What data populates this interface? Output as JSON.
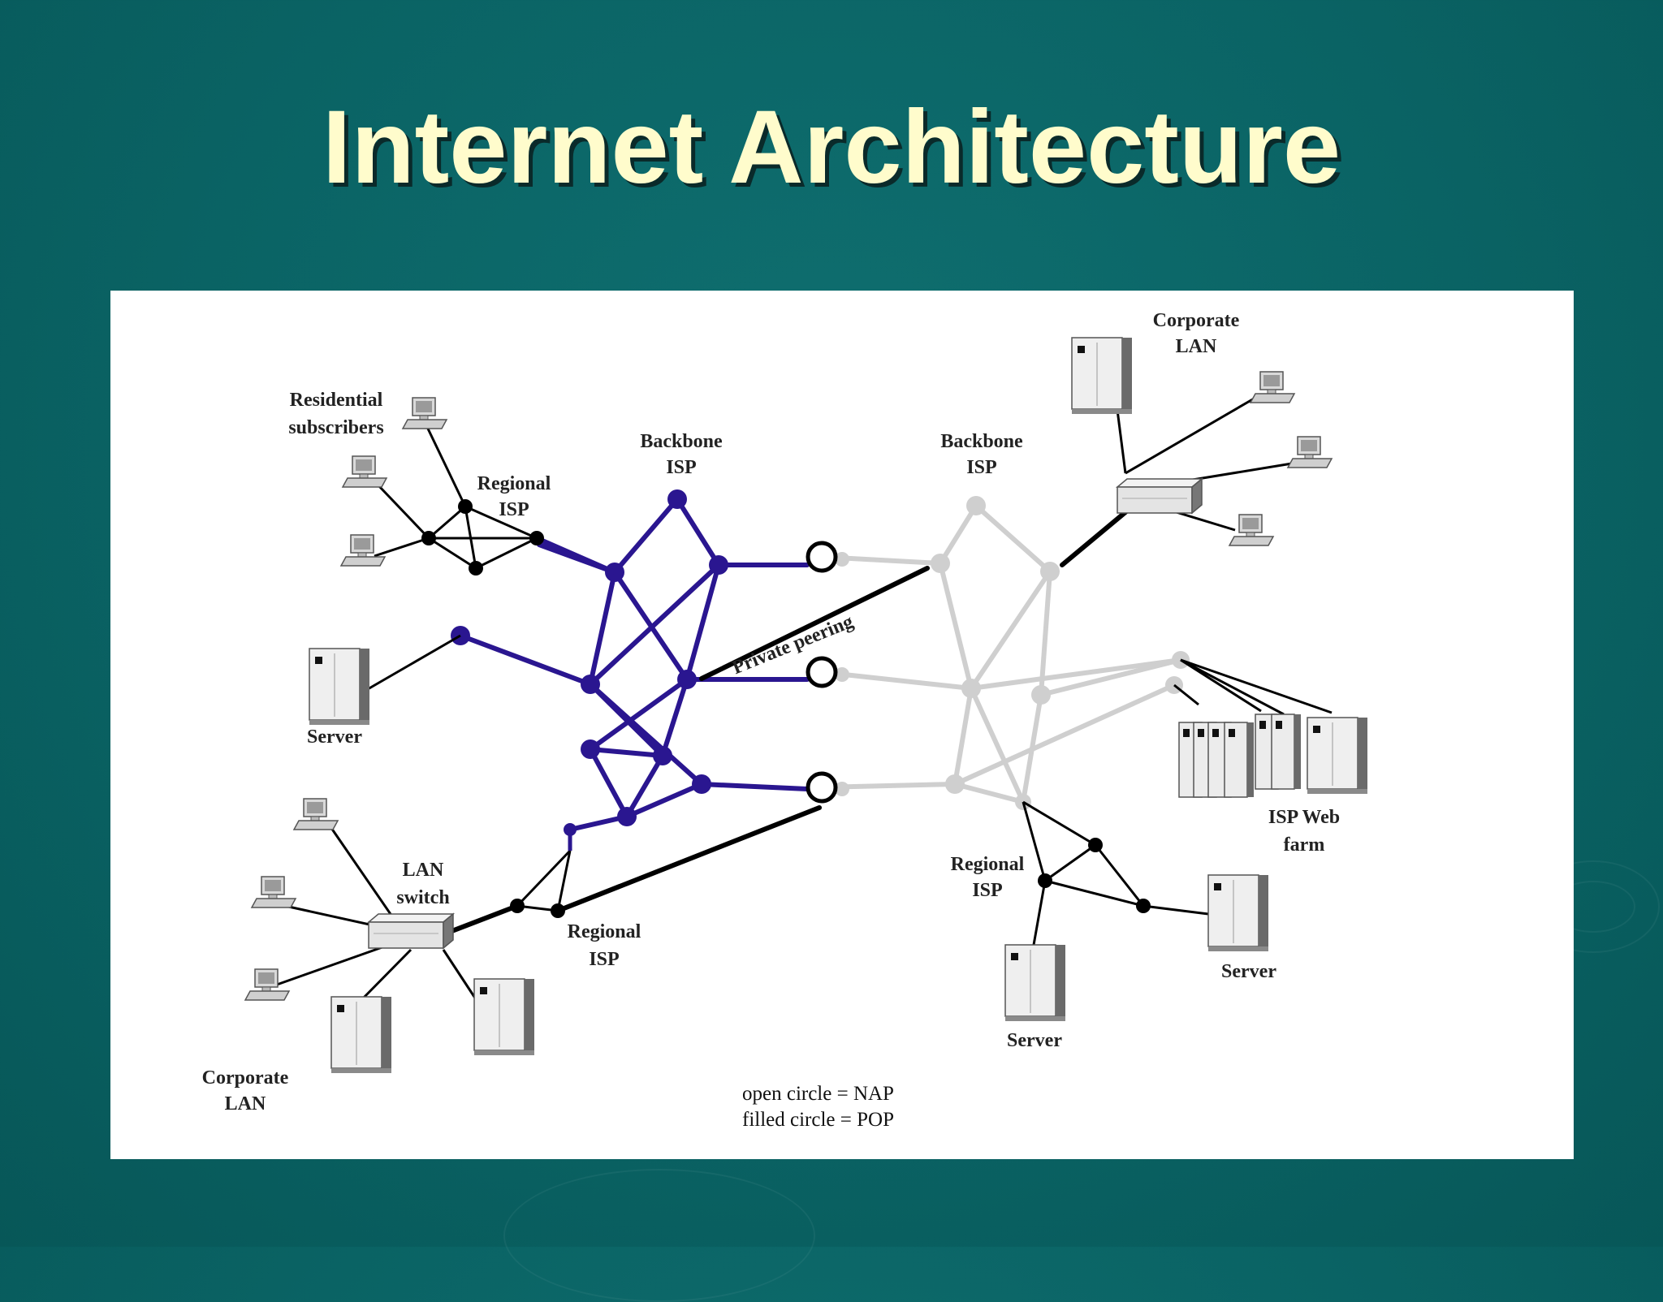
{
  "slide": {
    "title": "Internet Architecture"
  },
  "diagram": {
    "labels": {
      "residential_line1": "Residential",
      "residential_line2": "subscribers",
      "regional_isp_line1": "Regional",
      "regional_isp_line2": "ISP",
      "backbone_line1": "Backbone",
      "backbone_line2": "ISP",
      "corporate_line1": "Corporate",
      "corporate_line2": "LAN",
      "server": "Server",
      "lan_switch_line1": "LAN",
      "lan_switch_line2": "switch",
      "isp_web_farm_line1": "ISP Web",
      "isp_web_farm_line2": "farm",
      "private_peering": "Private peering"
    },
    "legend": {
      "open_circle": "open circle = NAP",
      "filled_circle": "filled circle = POP"
    },
    "colors": {
      "backbone_left": "#2a1690",
      "backbone_right": "#cfcfcf",
      "regional": "#000000",
      "background": "#0a6364",
      "title": "#fffccc"
    }
  }
}
